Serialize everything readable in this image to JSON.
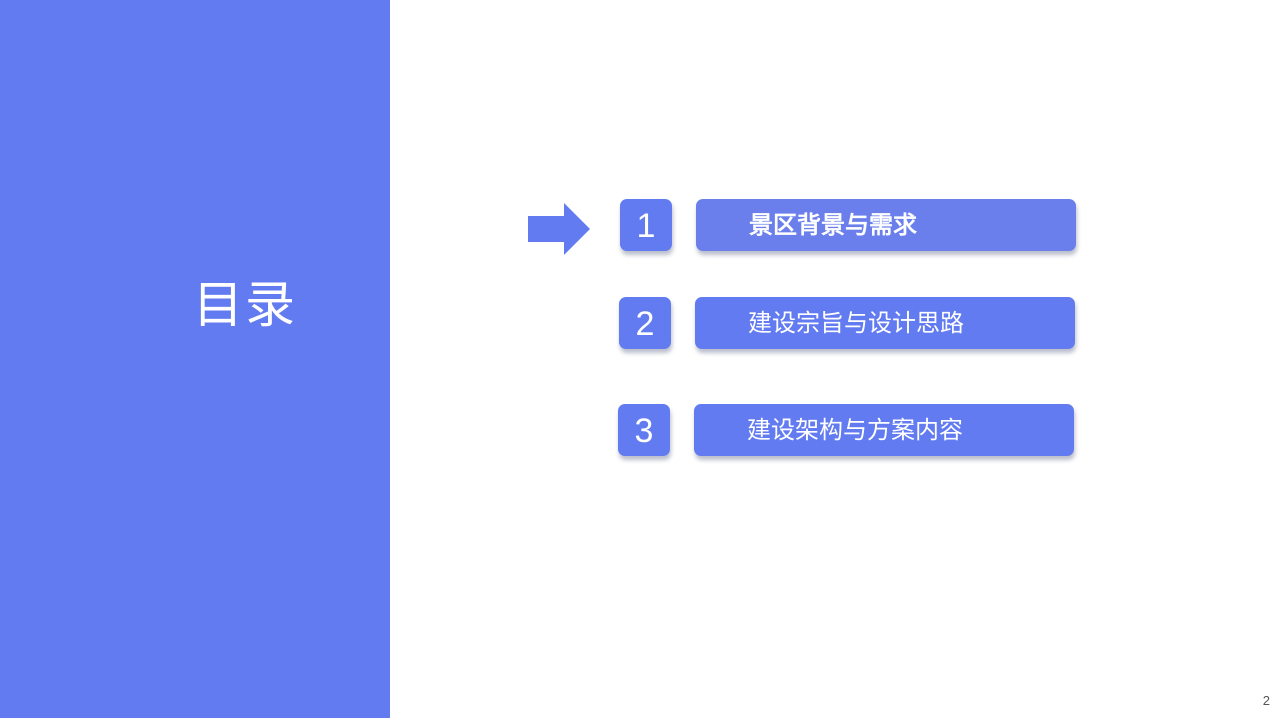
{
  "sidebar": {
    "title": "目录"
  },
  "toc": {
    "items": [
      {
        "number": "1",
        "label": "景区背景与需求",
        "active": true
      },
      {
        "number": "2",
        "label": "建设宗旨与设计思路",
        "active": false
      },
      {
        "number": "3",
        "label": "建设架构与方案内容",
        "active": false
      }
    ],
    "current_indicator_icon": "arrow-right-icon"
  },
  "footer": {
    "page_number": "2"
  },
  "colors": {
    "accent": "#627bf0",
    "text_on_accent": "#ffffff",
    "background": "#ffffff"
  }
}
